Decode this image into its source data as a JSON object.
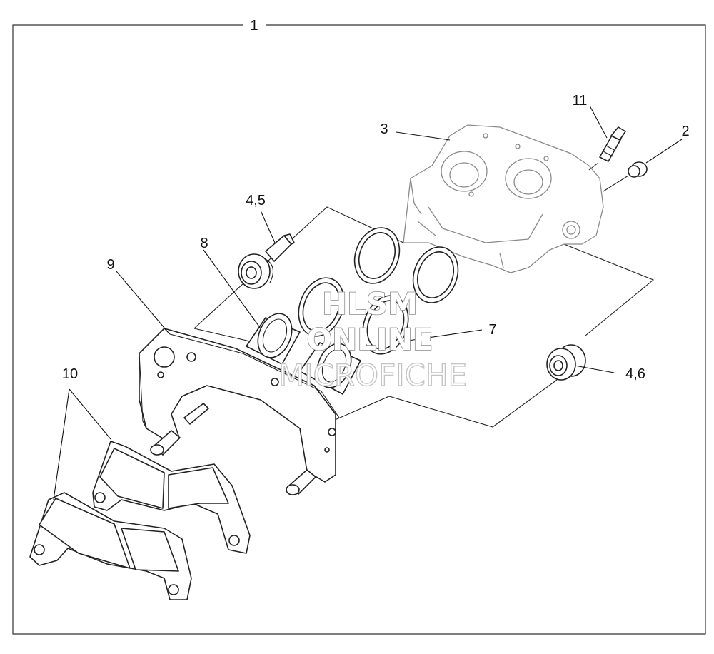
{
  "callouts": {
    "c1": "1",
    "c2": "2",
    "c3": "3",
    "c45": "4,5",
    "c46": "4,6",
    "c7": "7",
    "c8": "8",
    "c9": "9",
    "c10": "10",
    "c11": "11"
  },
  "watermark": {
    "line1": "HLSM",
    "line2": "ONLINE",
    "line3": "MICROFICHE"
  }
}
